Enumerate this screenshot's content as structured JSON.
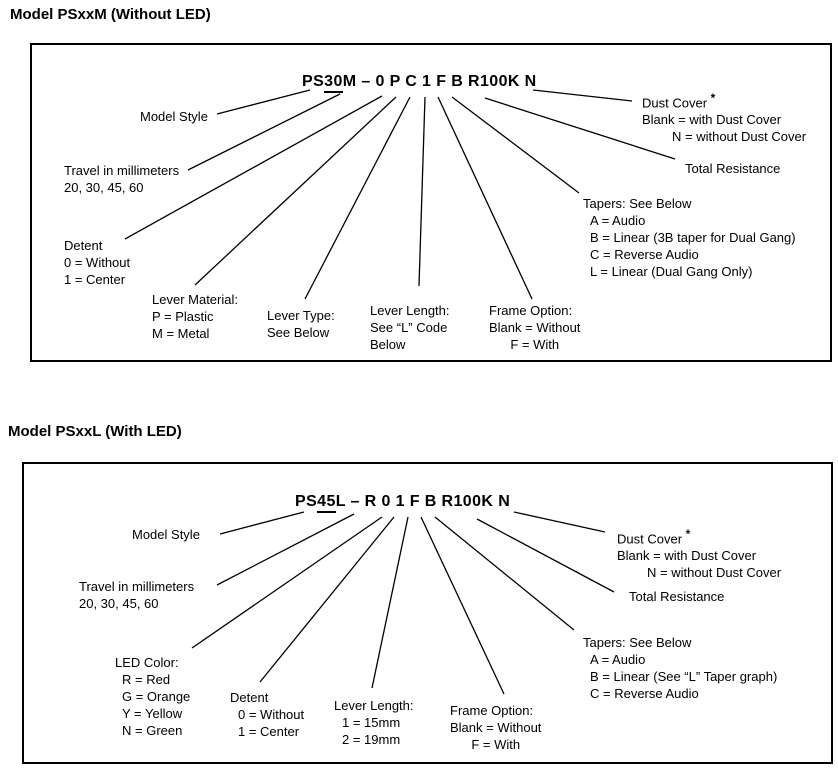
{
  "s1": {
    "heading": "Model PSxxM (Without LED)",
    "pn": {
      "prefix": "PS",
      "travel": "30",
      "rest": "M – 0 P C 1 F B R100K N"
    },
    "model_style": "Model Style",
    "travel": [
      "Travel in millimeters",
      "20, 30, 45, 60"
    ],
    "detent": [
      "Detent",
      "0 = Without",
      "1 = Center"
    ],
    "lever_material": [
      "Lever Material:",
      "P = Plastic",
      "M = Metal"
    ],
    "lever_type": [
      "Lever Type:",
      "See Below"
    ],
    "lever_length": [
      "Lever Length:",
      "See “L” Code",
      "Below"
    ],
    "frame": [
      "Frame Option:",
      "Blank = Without",
      "F = With"
    ],
    "tapers": [
      "Tapers: See Below",
      "A = Audio",
      "B = Linear (3B taper for Dual Gang)",
      "C = Reverse Audio",
      "L = Linear (Dual Gang Only)"
    ],
    "total_resistance": "Total Resistance",
    "dust_cover": {
      "title": "Dust Cover ",
      "asterisk": "*",
      "lines": [
        "Blank = with Dust Cover",
        "N = without Dust Cover"
      ]
    }
  },
  "s2": {
    "heading": "Model PSxxL (With LED)",
    "pn": {
      "prefix": "PS",
      "travel": "45",
      "rest": "L – R 0 1 F B R100K N"
    },
    "model_style": "Model Style",
    "travel": [
      "Travel in millimeters",
      "20, 30, 45, 60"
    ],
    "led_color": [
      "LED Color:",
      "R = Red",
      "G = Orange",
      "Y = Yellow",
      "N = Green"
    ],
    "detent": [
      "Detent",
      "0 = Without",
      "1 = Center"
    ],
    "lever_length": [
      "Lever Length:",
      "1 = 15mm",
      "2 = 19mm"
    ],
    "frame": [
      "Frame Option:",
      "Blank = Without",
      "F = With"
    ],
    "tapers": [
      "Tapers: See Below",
      "A = Audio",
      "B = Linear (See “L” Taper graph)",
      "C = Reverse Audio"
    ],
    "total_resistance": "Total Resistance",
    "dust_cover": {
      "title": "Dust Cover ",
      "asterisk": "*",
      "lines": [
        "Blank = with Dust Cover",
        "N = without Dust Cover"
      ]
    }
  }
}
